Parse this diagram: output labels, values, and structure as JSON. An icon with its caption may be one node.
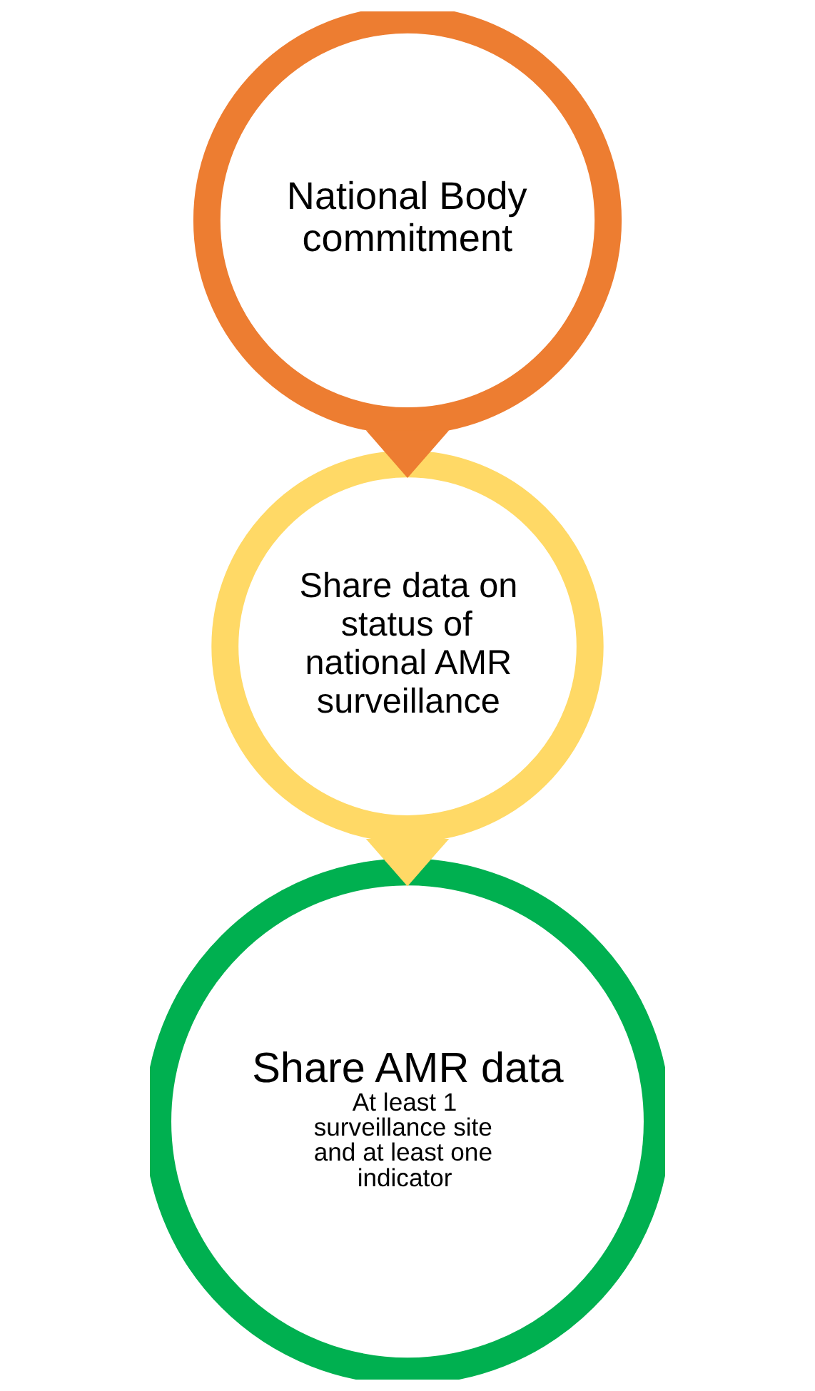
{
  "diagram": {
    "nodes": [
      {
        "text": [
          "National Body commitment"
        ]
      },
      {
        "text": [
          "Share data on status of national AMR surveillance"
        ]
      },
      {
        "text": [
          "Share AMR data",
          "At least 1 surveillance site and at least one indicator"
        ]
      }
    ],
    "edges": [
      {
        "from": 0,
        "to": 1,
        "arrow": "to",
        "color": "#ed7d31"
      },
      {
        "from": 1,
        "to": 2,
        "arrow": "to",
        "color": "#ffd966"
      }
    ]
  }
}
